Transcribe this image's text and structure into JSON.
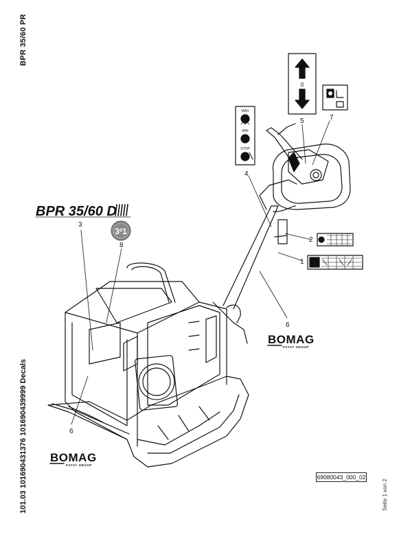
{
  "side_title": "BPR 35/60 PR",
  "side_codes": "101.03 101690431376 101690439999 Decals",
  "page_note": "Seite 1 von 2",
  "drawing_number": "69080043_000_02",
  "model_decal": {
    "text": "BPR 35/60 D"
  },
  "brand": {
    "name": "BOMAG",
    "tagline": "FAYAT GROUP"
  },
  "decal_5": {
    "label": "0"
  },
  "decal_4": {
    "max": "MAX",
    "min": "MIN",
    "stop": "STOP"
  },
  "badge_8": {
    "text": "3²1"
  },
  "callouts": [
    "1",
    "2",
    "3",
    "4",
    "5",
    "6",
    "6",
    "7",
    "8"
  ],
  "colors": {
    "line": "#111111",
    "badge": "#8a8a8a"
  }
}
